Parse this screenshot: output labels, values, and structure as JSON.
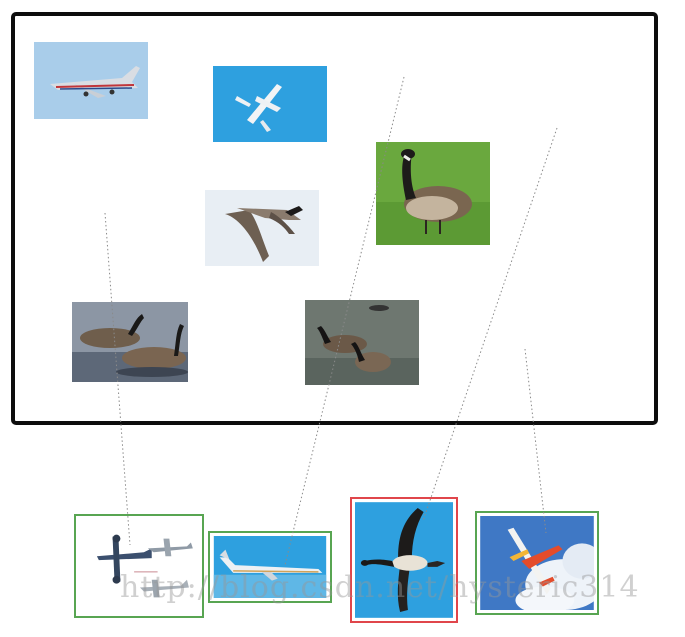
{
  "watermark": "http://blog.csdn.net/hysteric314",
  "colors": {
    "frame": "#0d0d0d",
    "true_match_border": "#58a552",
    "false_match_border": "#e0464b",
    "sky_blue": "#2ea0df",
    "link_line": "#8a8a8a"
  },
  "database_images": [
    {
      "subject": "airplane",
      "icon": "small-plane-sky-photo"
    },
    {
      "subject": "airplane",
      "icon": "plane-blue-sky-photo"
    },
    {
      "subject": "goose",
      "icon": "goose-on-grass-photo"
    },
    {
      "subject": "goose",
      "icon": "flying-goose-photo"
    },
    {
      "subject": "goose",
      "icon": "geese-in-water-photo"
    },
    {
      "subject": "goose",
      "icon": "geese-on-water-photo"
    }
  ],
  "retrieved_results": [
    {
      "subject": "airplane",
      "match": "correct",
      "icon": "vintage-planes-photo"
    },
    {
      "subject": "airplane",
      "match": "correct",
      "icon": "airliner-photo"
    },
    {
      "subject": "goose",
      "match": "incorrect",
      "icon": "flying-goose-blue-sky-photo"
    },
    {
      "subject": "airplane",
      "match": "correct",
      "icon": "airliner-clouds-photo"
    }
  ]
}
